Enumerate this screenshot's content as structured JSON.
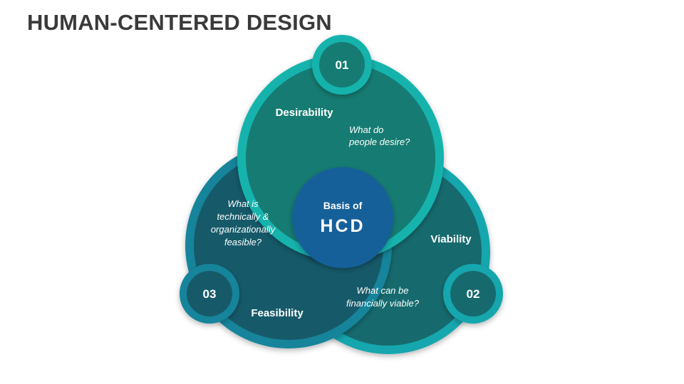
{
  "title": "HUMAN-CENTERED DESIGN",
  "colors": {
    "ring_01": "#17b3ad",
    "fill_01": "#137b73",
    "ring_02": "#17a6ad",
    "fill_02": "#126b6e",
    "ring_03": "#16849a",
    "fill_03": "#135a6b",
    "center": "#13609a",
    "badge_01": "#137b73",
    "badge_02": "#126b6e",
    "badge_03": "#135a6b"
  },
  "center": {
    "line1": "Basis of",
    "line2": "HCD"
  },
  "circles": [
    {
      "number": "01",
      "label": "Desirability",
      "question_lines": [
        "What do",
        "people desire?"
      ]
    },
    {
      "number": "02",
      "label": "Viability",
      "question_lines": [
        "What can be",
        "financially viable?"
      ]
    },
    {
      "number": "03",
      "label": "Feasibility",
      "question_lines": [
        "What is",
        "technically &",
        "organizationally",
        "feasible?"
      ]
    }
  ]
}
